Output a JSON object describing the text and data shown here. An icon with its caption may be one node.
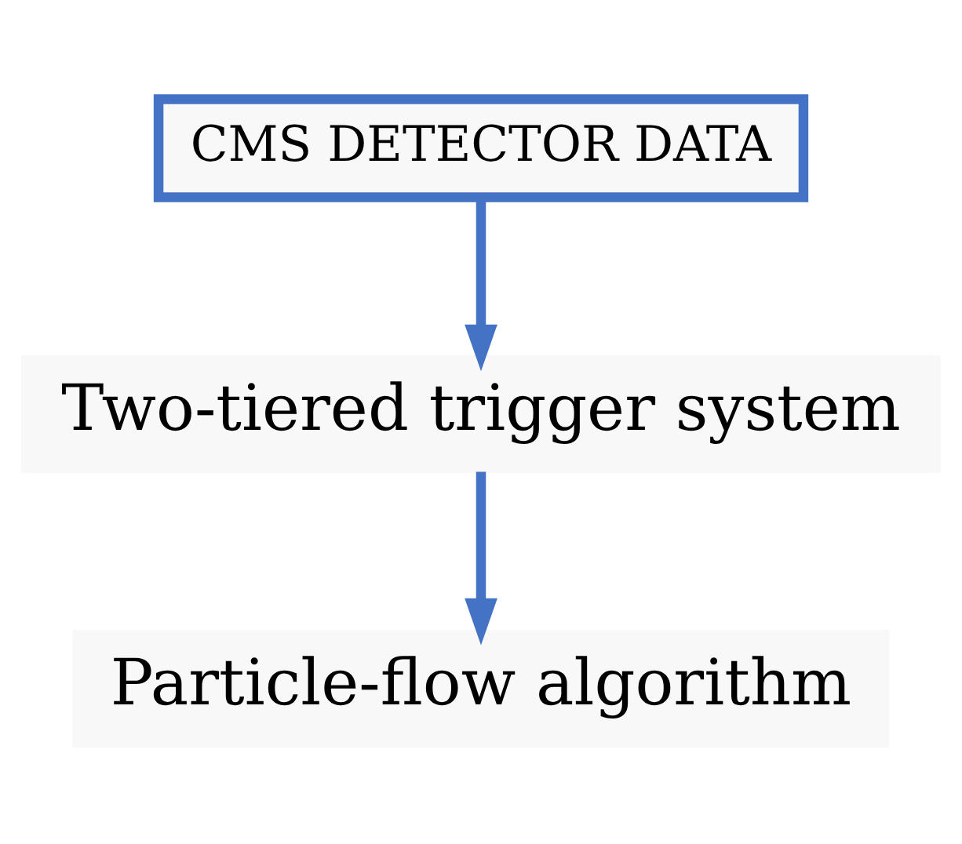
{
  "diagram": {
    "nodes": [
      {
        "text": [
          "CMS DETECTOR DATA"
        ]
      },
      {
        "text": [
          "Two-tiered trigger system"
        ]
      },
      {
        "text": [
          "Particle-flow algorithm"
        ]
      }
    ],
    "edges": [
      {
        "from": 0,
        "to": 1,
        "arrow": "to"
      },
      {
        "from": 1,
        "to": 2,
        "arrow": "to"
      }
    ]
  }
}
